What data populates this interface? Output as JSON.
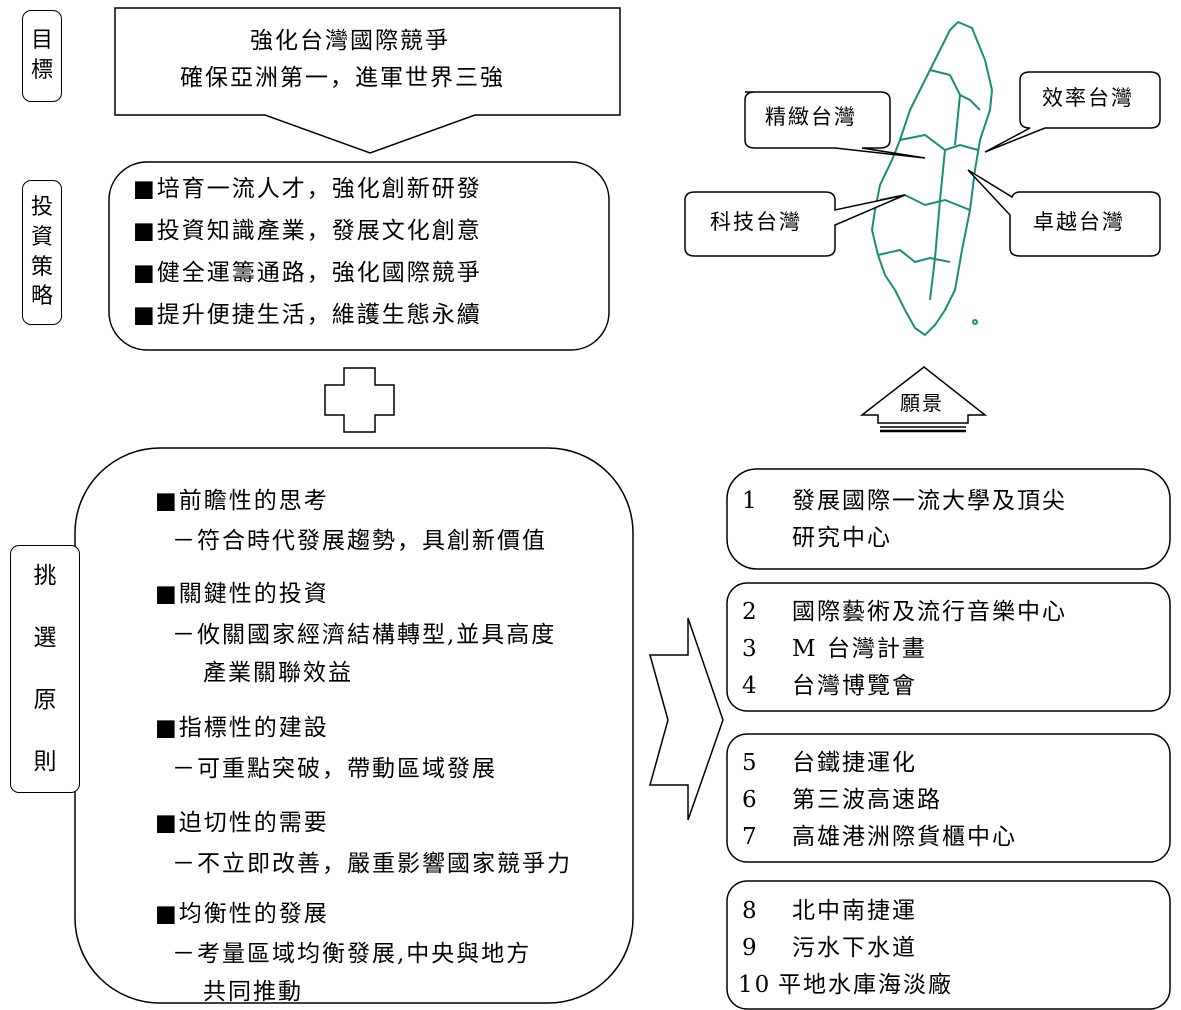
{
  "labels": {
    "goal": [
      "目",
      "標"
    ],
    "strategy": [
      "投",
      "資",
      "策",
      "略"
    ],
    "principle": [
      "挑",
      "選",
      "原",
      "則"
    ]
  },
  "goal": {
    "line1": "強化台灣國際競爭",
    "line2": "確保亞洲第一，進軍世界三強"
  },
  "strategies": [
    "■培育一流人才，強化創新研發",
    "■投資知識產業，發展文化創意",
    "■健全運籌通路，強化國際競爭",
    "■提升便捷生活，維護生態永續"
  ],
  "principles": [
    {
      "title": "■前瞻性的思考",
      "desc": [
        "－符合時代發展趨勢，具創新價值"
      ]
    },
    {
      "title": "■關鍵性的投資",
      "desc": [
        "－攸關國家經濟結構轉型,並具高度",
        "產業關聯效益"
      ]
    },
    {
      "title": "■指標性的建設",
      "desc": [
        "－可重點突破，帶動區域發展"
      ]
    },
    {
      "title": "■迫切性的需要",
      "desc": [
        "－不立即改善，嚴重影響國家競爭力"
      ]
    },
    {
      "title": "■均衡性的發展",
      "desc": [
        "－考量區域均衡發展,中央與地方",
        "共同推動"
      ]
    }
  ],
  "visions": {
    "precise": "精緻台灣",
    "efficient": "效率台灣",
    "tech": "科技台灣",
    "excellent": "卓越台灣",
    "arrow_label": "願景"
  },
  "projects": [
    {
      "num": "1",
      "text": "發展國際一流大學及頂尖",
      "text2": "研究中心"
    },
    {
      "num": "2",
      "text": "國際藝術及流行音樂中心"
    },
    {
      "num": "3",
      "text": "M 台灣計畫"
    },
    {
      "num": "4",
      "text": "台灣博覽會"
    },
    {
      "num": "5",
      "text": "台鐵捷運化"
    },
    {
      "num": "6",
      "text": "第三波高速路"
    },
    {
      "num": "7",
      "text": "高雄港洲際貨櫃中心"
    },
    {
      "num": "8",
      "text": "北中南捷運"
    },
    {
      "num": "9",
      "text": "污水下水道"
    },
    {
      "num": "10",
      "text": "平地水庫海淡廠"
    }
  ]
}
